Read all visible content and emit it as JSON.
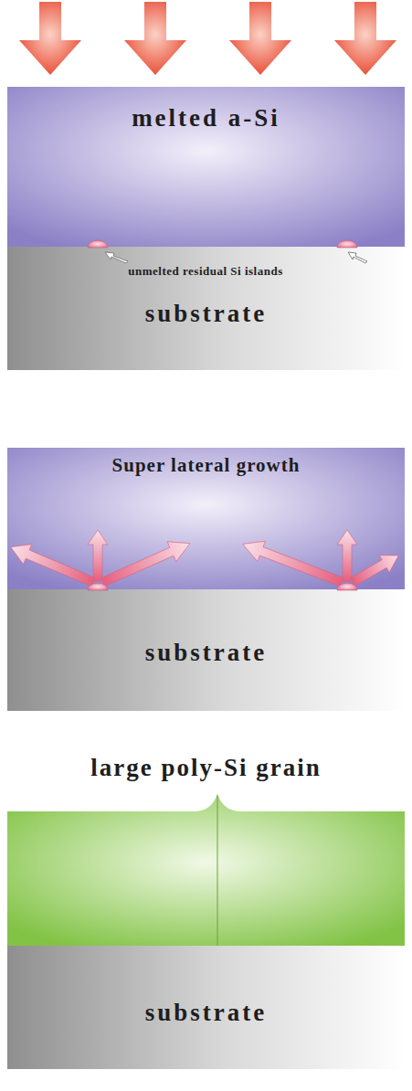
{
  "diagram": {
    "nodes": [
      {
        "text": [
          "melted a-Si"
        ]
      },
      {
        "text": [
          "substrate"
        ]
      },
      {
        "text": [
          "Super lateral growth"
        ]
      },
      {
        "text": [
          "substrate"
        ]
      },
      {
        "text": [
          "large poly-Si grain"
        ]
      },
      {
        "text": [
          "substrate"
        ]
      }
    ],
    "labels": [
      "unmelted residual Si islands"
    ]
  }
}
